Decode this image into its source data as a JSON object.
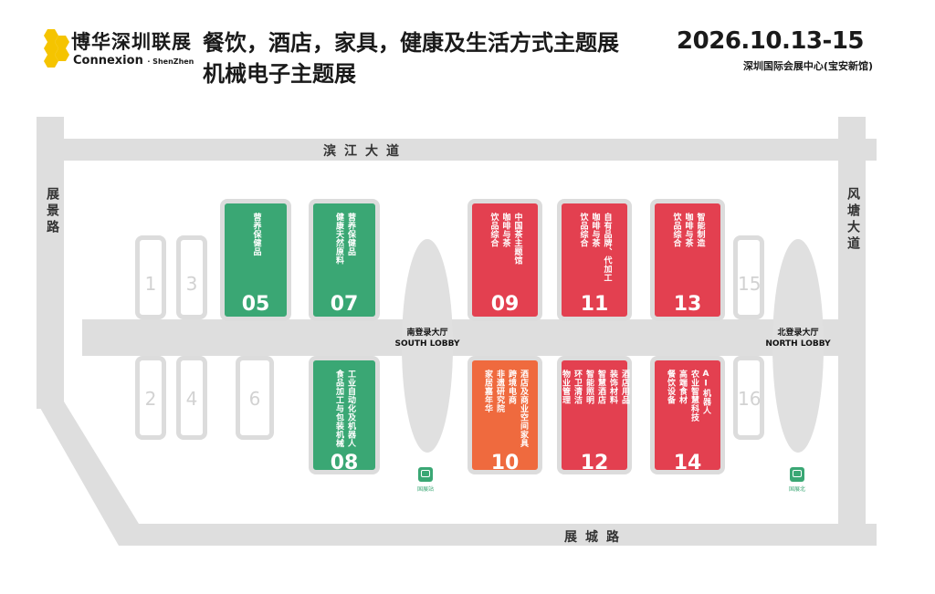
{
  "header": {
    "logo_cn": "博华深圳联展",
    "logo_en": "Connexion",
    "logo_en_sub": "· ShenZhen",
    "title_line1": "餐饮，酒店，家具，健康及生活方式主题展",
    "title_line2": "机械电子主题展",
    "date": "2026.10.13-15",
    "venue": "深圳国际会展中心(宝安新馆)"
  },
  "roads": {
    "north": "滨江大道",
    "south": "展城路",
    "west": "展景路",
    "east": "风塘大道"
  },
  "lobbies": {
    "south_cn": "南登录大厅",
    "south_en": "SOUTH LOBBY",
    "north_cn": "北登录大厅",
    "north_en": "NORTH LOBBY"
  },
  "metro": {
    "south_label": "国展站",
    "north_label": "国展北"
  },
  "colors": {
    "green": "#3aa774",
    "red": "#e34050",
    "orange": "#ef6a3e",
    "gray": "#dedede"
  },
  "halls": [
    {
      "num": "1",
      "status": "empty"
    },
    {
      "num": "2",
      "status": "empty"
    },
    {
      "num": "3",
      "status": "empty"
    },
    {
      "num": "4",
      "status": "empty"
    },
    {
      "num": "5",
      "label": "05",
      "color": "green",
      "cats": [
        "营养保健品"
      ]
    },
    {
      "num": "6",
      "status": "empty"
    },
    {
      "num": "7",
      "label": "07",
      "color": "green",
      "cats": [
        "营养保健品",
        "健康天然原料"
      ]
    },
    {
      "num": "8",
      "label": "08",
      "color": "green",
      "cats": [
        "工业自动化及机器人",
        "食品加工与包装机械"
      ]
    },
    {
      "num": "9",
      "label": "09",
      "color": "red",
      "cats": [
        "中国茶主题馆",
        "咖啡与茶",
        "饮品综合"
      ]
    },
    {
      "num": "10",
      "label": "10",
      "color": "orange",
      "cats": [
        "酒店及商业空间家具",
        "跨境电商",
        "非遗研究院",
        "家居嘉年华"
      ]
    },
    {
      "num": "11",
      "label": "11",
      "color": "red",
      "cats": [
        "自有品牌、代加工",
        "咖啡与茶",
        "饮品综合"
      ]
    },
    {
      "num": "12",
      "label": "12",
      "color": "red",
      "cats": [
        "酒店用品",
        "装饰材料",
        "智慧酒店",
        "智能照明",
        "环卫清洁",
        "物业管理"
      ]
    },
    {
      "num": "13",
      "label": "13",
      "color": "red",
      "cats": [
        "智能制造",
        "咖啡与茶",
        "饮品综合"
      ]
    },
    {
      "num": "14",
      "label": "14",
      "color": "red",
      "cats": [
        "AI机器人",
        "农业智慧科技",
        "高端食材",
        "餐饮设备"
      ]
    },
    {
      "num": "15",
      "status": "empty"
    },
    {
      "num": "16",
      "status": "empty"
    }
  ]
}
